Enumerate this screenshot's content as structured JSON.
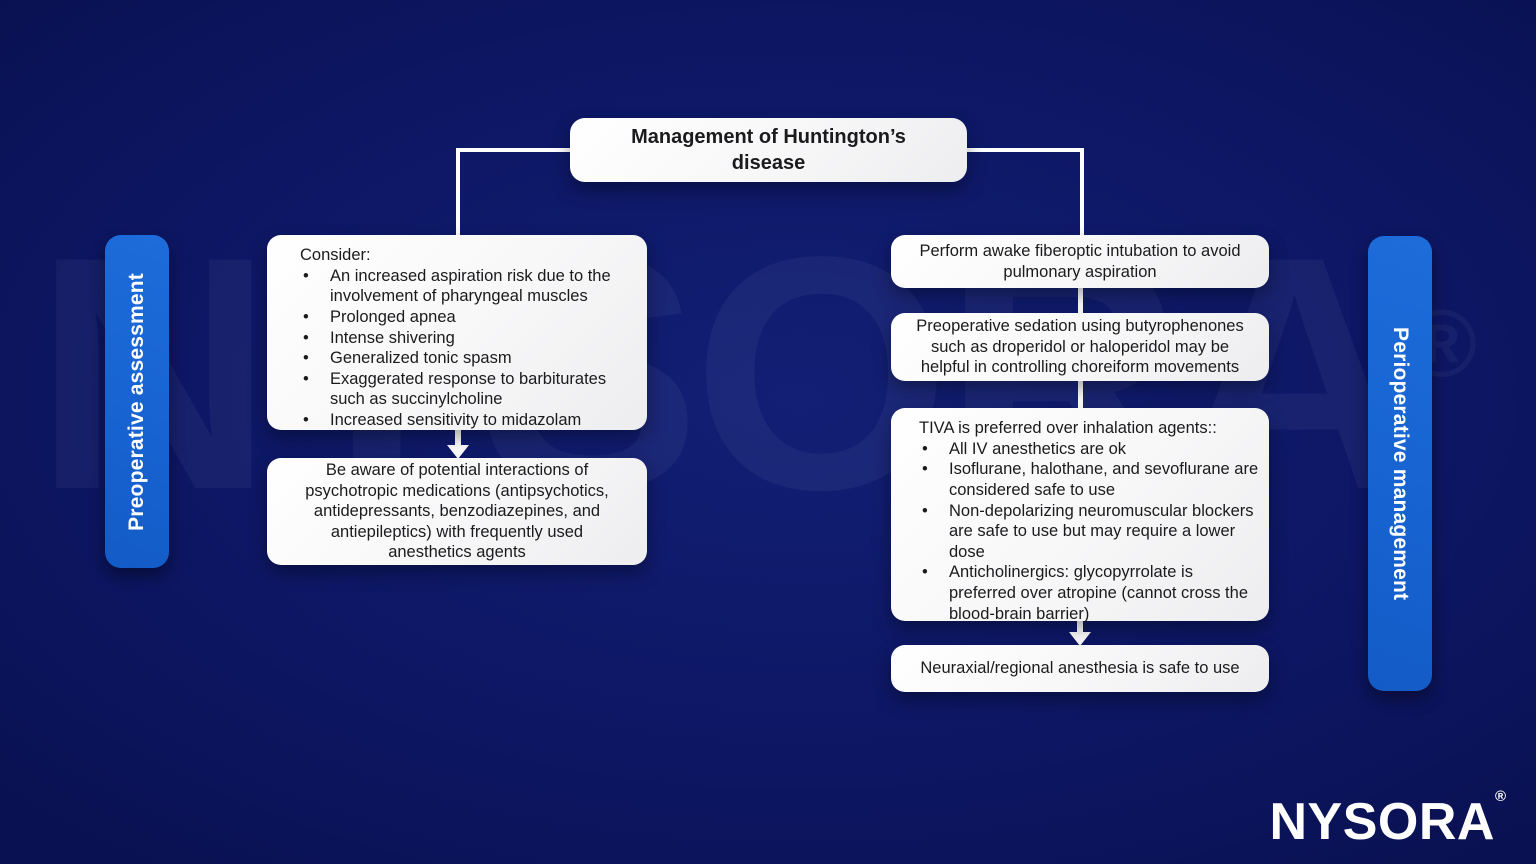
{
  "title": "Management of Huntington’s disease",
  "watermark": {
    "text": "NYSORA",
    "registered": "®"
  },
  "sidebars": {
    "left_label": "Preoperative assessment",
    "right_label": "Perioperative management"
  },
  "left_column": {
    "consider_box": {
      "heading": "Consider:",
      "bullets": [
        "An increased aspiration risk due to the involvement of pharyngeal muscles",
        "Prolonged apnea",
        "Intense shivering",
        "Generalized tonic spasm",
        "Exaggerated response to barbiturates such as succinylcholine",
        "Increased sensitivity to midazolam"
      ]
    },
    "aware_box": {
      "text": "Be aware of potential interactions of psychotropic medications (antipsychotics, antidepressants, benzodiazepines, and antiepileptics) with frequently used anesthetics agents"
    }
  },
  "right_column": {
    "intubation_box": {
      "text": "Perform awake fiberoptic intubation to avoid pulmonary aspiration"
    },
    "sedation_box": {
      "text": "Preoperative sedation using butyrophenones such as droperidol or haloperidol may be helpful in controlling choreiform movements"
    },
    "tiva_box": {
      "heading": "TIVA is preferred over inhalation agents::",
      "bullets": [
        "All IV anesthetics are ok",
        "Isoflurane, halothane, and sevoflurane are considered safe to use",
        "Non-depolarizing neuromuscular blockers are safe to use but may require a lower dose",
        "Anticholinergics: glycopyrrolate is preferred over atropine (cannot cross the blood-brain barrier)"
      ]
    },
    "neuraxial_box": {
      "text": "Neuraxial/regional anesthesia is safe to use"
    }
  },
  "logo": {
    "text": "NYSORA",
    "registered": "®"
  },
  "colors": {
    "background": "#0d1765",
    "pill_blue": "#1763d2",
    "box_white": "#ffffff",
    "text_dark": "#1b1b1d",
    "connector_white": "#ffffff"
  }
}
